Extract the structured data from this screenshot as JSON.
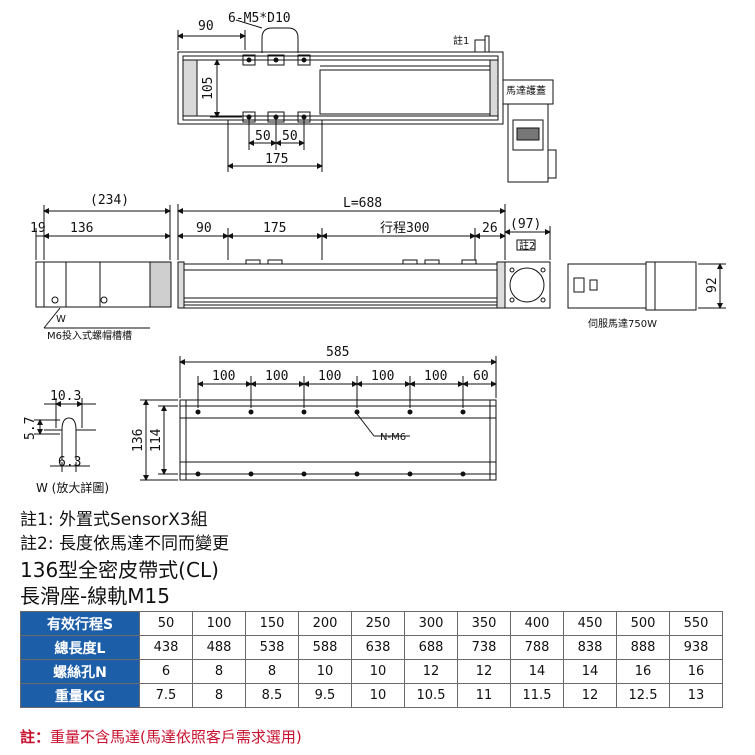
{
  "drawing": {
    "top_view": {
      "dim_90": "90",
      "hole_callout": "6-M5*D10",
      "dim_105": "105",
      "dim_50a": "50",
      "dim_50b": "50",
      "dim_175": "175",
      "note_tag": "註1",
      "motor_cover_label": "馬達護蓋"
    },
    "side_view": {
      "dim_234": "(234)",
      "dim_19": "19",
      "dim_136": "136",
      "dim_L": "L=688",
      "dim_90": "90",
      "dim_175": "175",
      "dim_stroke": "行程300",
      "dim_26": "26",
      "dim_97": "(97)",
      "note_tag": "註2",
      "dim_92": "92",
      "w_mark": "W",
      "nut_slot_label": "M6投入式螺帽槽槽",
      "servo_label": "伺服馬達750W"
    },
    "bottom_view": {
      "dim_585": "585",
      "pitch": [
        "100",
        "100",
        "100",
        "100",
        "100",
        "60"
      ],
      "dim_136": "136",
      "dim_114": "114",
      "hole_callout": "N-M6"
    },
    "detail": {
      "dim_10_3": "10.3",
      "dim_5_7": "5.7",
      "dim_6_3": "6.3",
      "caption": "W (放大詳圖)"
    }
  },
  "notes": {
    "note1": "註1: 外置式SensorX3組",
    "note2": "註2: 長度依馬達不同而變更",
    "title": "136型全密皮帶式(CL)",
    "subtitle": "長滑座-線軌M15"
  },
  "table": {
    "rows": [
      {
        "label": "有效行程S",
        "values": [
          "50",
          "100",
          "150",
          "200",
          "250",
          "300",
          "350",
          "400",
          "450",
          "500",
          "550"
        ]
      },
      {
        "label": "總長度L",
        "values": [
          "438",
          "488",
          "538",
          "588",
          "638",
          "688",
          "738",
          "788",
          "838",
          "888",
          "938"
        ]
      },
      {
        "label": "螺絲孔N",
        "values": [
          "6",
          "8",
          "8",
          "10",
          "10",
          "12",
          "12",
          "14",
          "14",
          "16",
          "16"
        ]
      },
      {
        "label": "重量KG",
        "values": [
          "7.5",
          "8",
          "8.5",
          "9.5",
          "10",
          "10.5",
          "11",
          "11.5",
          "12",
          "12.5",
          "13"
        ]
      }
    ]
  },
  "footnote": {
    "prefix": "註：",
    "text": "重量不含馬達(馬達依照客戶需求選用)"
  },
  "colors": {
    "header_bg": "#1d5ea9",
    "footnote": "#c8102e"
  }
}
